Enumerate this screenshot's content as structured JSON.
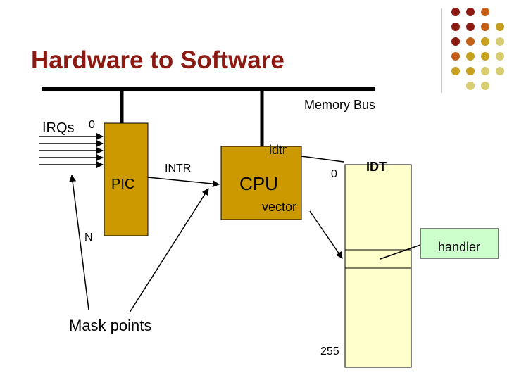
{
  "slide": {
    "title": "Hardware to Software",
    "bus_label": "Memory Bus",
    "irqs_label": "IRQs",
    "irq_first_index": "0",
    "pic_label": "PIC",
    "intr_label": "INTR",
    "idtr_label": "idtr",
    "cpu_label": "CPU",
    "idt_first_index": "0",
    "idt_label": "IDT",
    "vector_label": "vector",
    "irq_last_label": "N",
    "handler_label": "handler",
    "mask_label": "Mask points",
    "idt_last_index": "255"
  },
  "colors": {
    "title": "#8b1a12",
    "box_fill": "#cc9900",
    "idt_fill": "#ffffcc",
    "handler_fill": "#ccffcc",
    "dot_dark": "#8b1a12",
    "dot_orange": "#c4601a",
    "dot_gold": "#c8a020",
    "dot_light": "#d8cc70"
  }
}
